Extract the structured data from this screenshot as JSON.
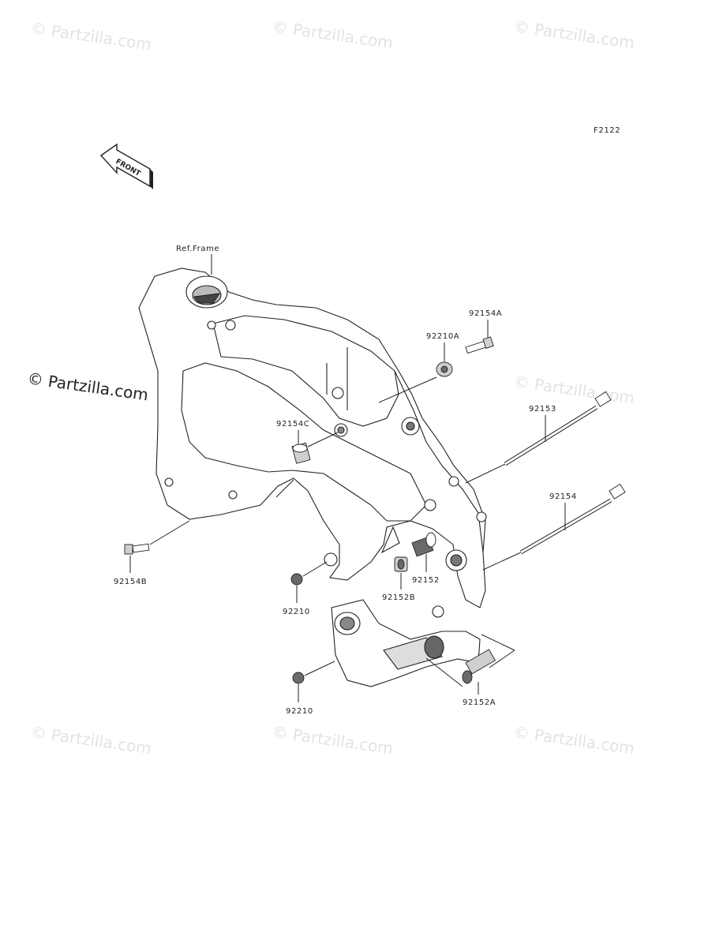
{
  "figure_code": "F2122",
  "front_badge": "FRONT",
  "frame_ref": "Ref.Frame",
  "watermark": "© Partzilla.com",
  "parts": {
    "p92154A": "92154A",
    "p92210A": "92210A",
    "p92153": "92153",
    "p92154C": "92154C",
    "p92154": "92154",
    "p92154B": "92154B",
    "p92152B": "92152B",
    "p92152": "92152",
    "p92210_upper": "92210",
    "p92210_lower": "92210",
    "p92152A": "92152A"
  }
}
